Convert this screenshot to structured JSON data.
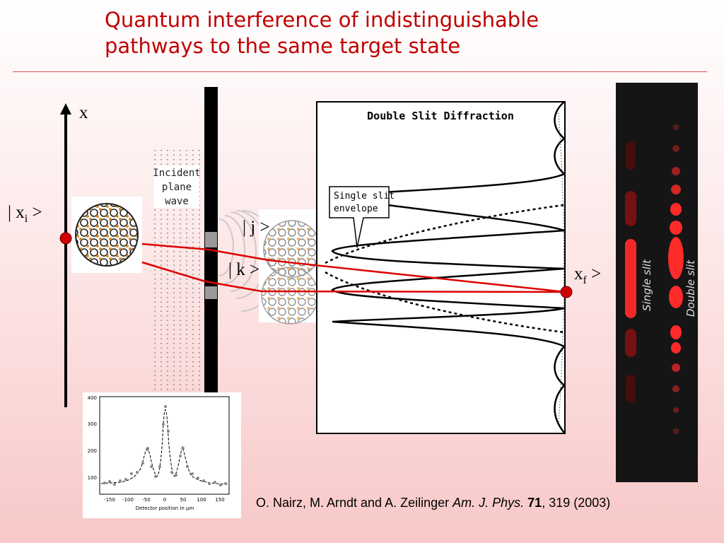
{
  "slide": {
    "title_line1": "Quantum interference of indistinguishable",
    "title_line2": "pathways to the same target state"
  },
  "labels": {
    "axis": "x",
    "initial_ket_prefix": "| x",
    "initial_sub": "i",
    "initial_ket_suffix": " >",
    "j_ket": "| j >",
    "k_ket": "| k >",
    "final_x": "x",
    "final_sub": "f",
    "final_suffix": " >"
  },
  "diagram": {
    "incident_text": [
      "Incident",
      "plane",
      "wave"
    ],
    "panel_title": "Double Slit Diffraction",
    "envelope_callout": [
      "Single slit",
      "envelope"
    ]
  },
  "photo": {
    "label_single": "Single slit",
    "label_double": "Double slit"
  },
  "inset_plot": {
    "y_ticks": [
      "400",
      "300",
      "200",
      "100"
    ],
    "x_ticks": [
      "-150",
      "-100",
      "-50",
      "0",
      "50",
      "100",
      "150"
    ],
    "x_label": "Detector position in µm"
  },
  "citation": {
    "authors": "O. Nairz, M. Arndt and A. Zeilinger ",
    "journal": "Am. J. Phys.",
    "volume": "71",
    "pages_year": ", 319 (2003)"
  },
  "colors": {
    "title": "#c00000",
    "path_red": "#dd0000",
    "dot_red": "#d00000",
    "fringe_red": "#ff2a2a"
  }
}
